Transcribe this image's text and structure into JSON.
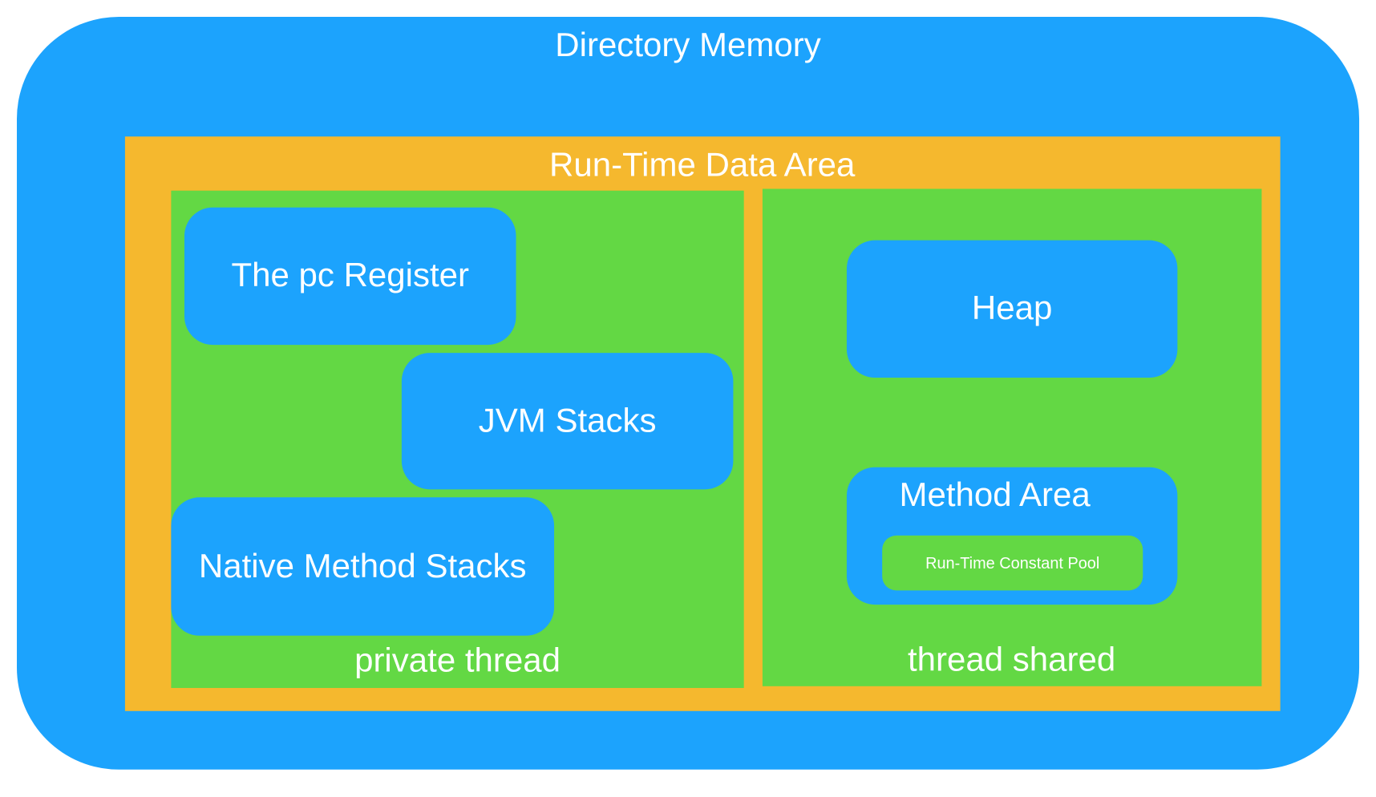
{
  "colors": {
    "memory": "#1ca3fd",
    "runtime_area": "#f5b82e",
    "thread_group": "#63d844"
  },
  "directory_memory": {
    "title": "Directory Memory"
  },
  "runtime_data_area": {
    "title": "Run-Time Data Area"
  },
  "private_thread": {
    "label": "private thread",
    "items": [
      "The pc Register",
      "JVM Stacks",
      "Native Method Stacks"
    ]
  },
  "thread_shared": {
    "label": "thread shared",
    "heap": "Heap",
    "method_area": {
      "title": "Method Area",
      "constant_pool": "Run-Time Constant Pool"
    }
  }
}
